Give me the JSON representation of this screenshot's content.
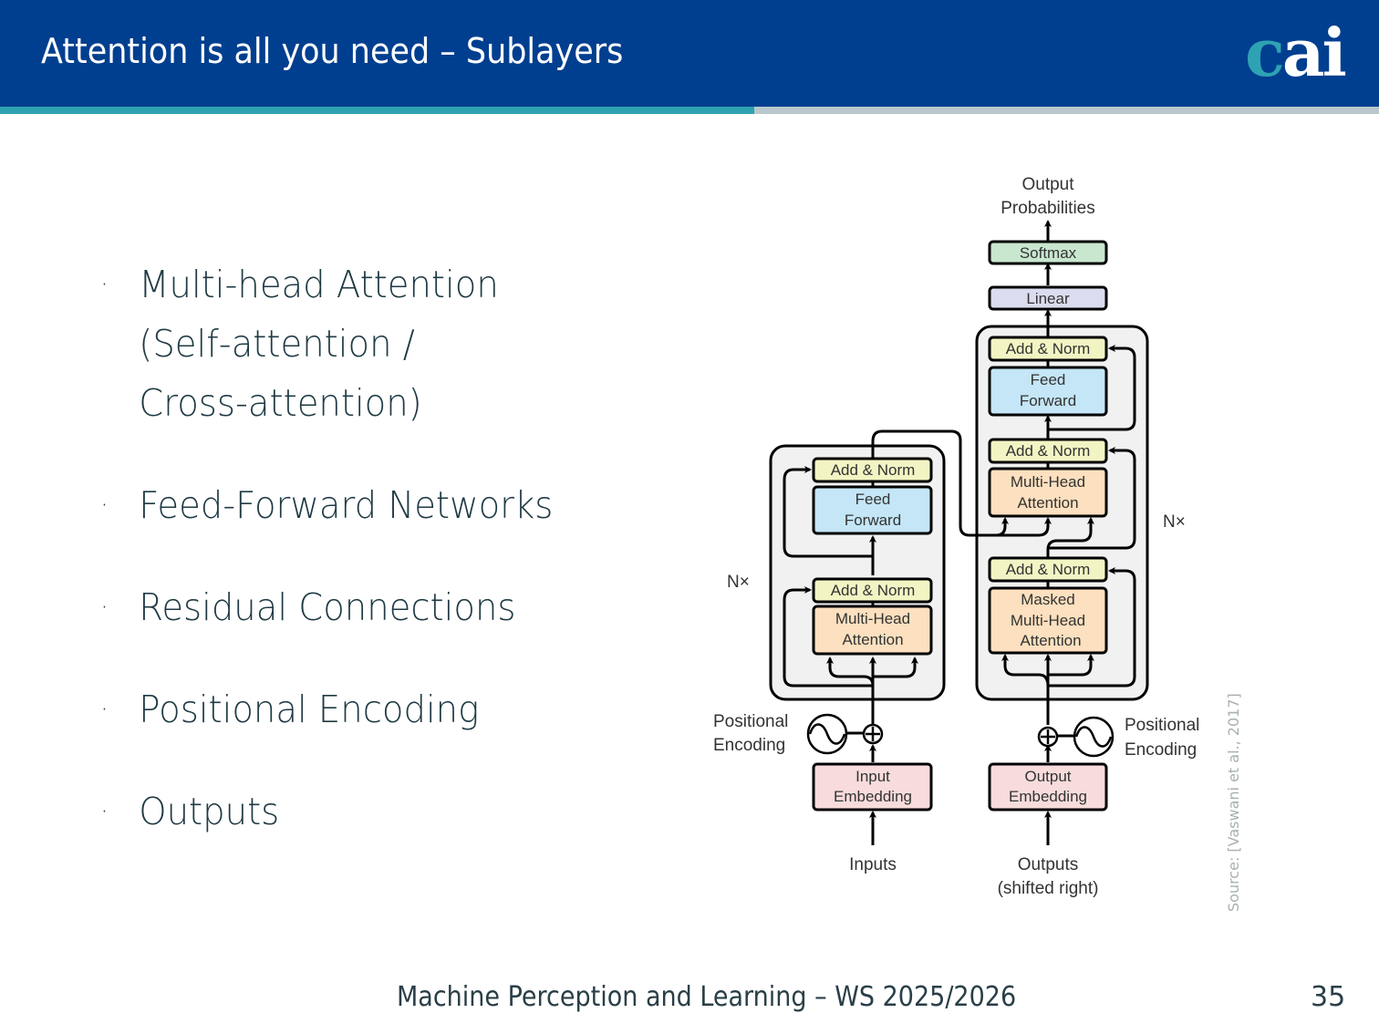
{
  "header": {
    "title": "Attention is all you need – Sublayers",
    "logo_c": "c",
    "logo_ai": "ai",
    "brand_color": "#003f8f",
    "accent_color": "#2ea2b2"
  },
  "progress": {
    "fraction": 0.547
  },
  "bullets": [
    {
      "text": "Multi-head Attention (Self-attention / Cross-attention)"
    },
    {
      "text": "Feed-Forward Networks"
    },
    {
      "text": "Residual Connections"
    },
    {
      "text": "Positional Encoding"
    },
    {
      "text": "Outputs"
    }
  ],
  "diagram": {
    "output_probabilities": [
      "Output",
      "Probabilities"
    ],
    "softmax": "Softmax",
    "linear": "Linear",
    "add_norm": "Add & Norm",
    "feed_forward": [
      "Feed",
      "Forward"
    ],
    "multi_head_attention": [
      "Multi-Head",
      "Attention"
    ],
    "masked_multi_head_attention": [
      "Masked",
      "Multi-Head",
      "Attention"
    ],
    "nx": "N×",
    "positional_encoding": [
      "Positional",
      "Encoding"
    ],
    "input_embedding": [
      "Input",
      "Embedding"
    ],
    "output_embedding": [
      "Output",
      "Embedding"
    ],
    "inputs": "Inputs",
    "outputs": [
      "Outputs",
      "(shifted right)"
    ],
    "colors": {
      "add_norm": "#f3f4c4",
      "feed_forward": "#c4e6f6",
      "attention": "#fce0bf",
      "embedding": "#f8dcdc",
      "softmax": "#c9e6cf",
      "linear": "#dcdcf0",
      "stack_bg": "#f1f1f1"
    }
  },
  "source": "Source: [Vaswani et al., 2017]",
  "footer": {
    "course": "Machine Perception and Learning – WS 2025/2026",
    "page": "35"
  }
}
